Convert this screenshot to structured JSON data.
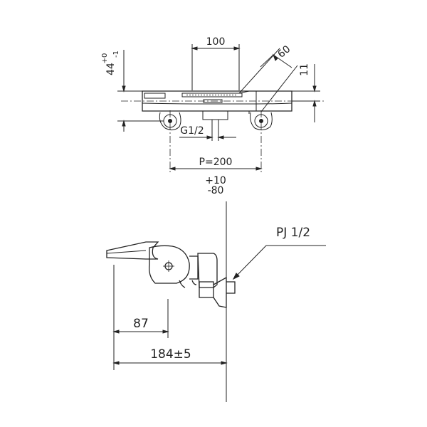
{
  "top_view": {
    "dim_width": "100",
    "dim_angle": "60",
    "dim_height": "11",
    "dim_vertical_main": "44",
    "dim_vertical_tol_plus": "+0",
    "dim_vertical_tol_minus": "-1",
    "thread_label": "G1/2",
    "pitch_label": "P=200",
    "pitch_tol_plus": "+10",
    "pitch_tol_minus": "-80"
  },
  "side_view": {
    "connection_label": "PJ 1/2",
    "dim_spout": "87",
    "dim_total": "184±5"
  },
  "colors": {
    "line": "#222222",
    "background": "#ffffff"
  }
}
